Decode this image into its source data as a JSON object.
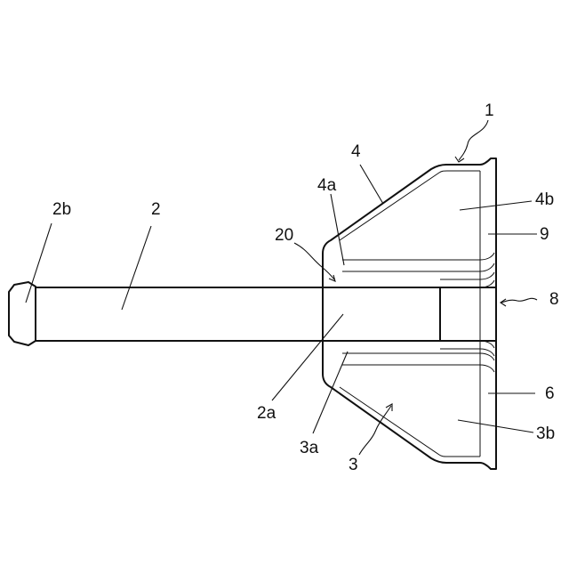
{
  "figure": {
    "labels": {
      "l1": "1",
      "l4": "4",
      "l4a": "4a",
      "l4b": "4b",
      "l9": "9",
      "l8": "8",
      "l20": "20",
      "l2b": "2b",
      "l2": "2",
      "l2a": "2a",
      "l3a": "3a",
      "l3": "3",
      "l6": "6",
      "l3b": "3b"
    }
  }
}
